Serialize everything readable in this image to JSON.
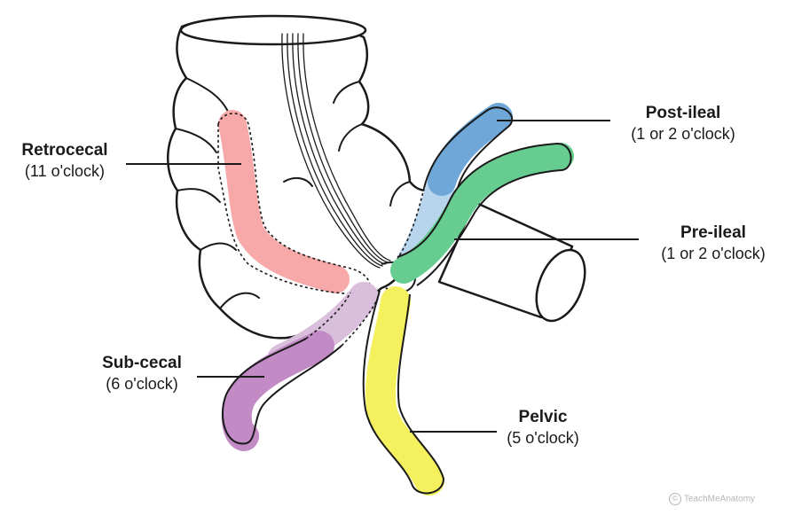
{
  "labels": {
    "retrocecal": {
      "name": "Retrocecal",
      "position": "(11 o'clock)"
    },
    "post_ileal": {
      "name": "Post-ileal",
      "position": "(1 or 2 o'clock)"
    },
    "pre_ileal": {
      "name": "Pre-ileal",
      "position": "(1 or 2 o'clock)"
    },
    "sub_cecal": {
      "name": "Sub-cecal",
      "position": "(6 o'clock)"
    },
    "pelvic": {
      "name": "Pelvic",
      "position": "(5 o'clock)"
    }
  },
  "colors": {
    "retrocecal": "#f7a9a9",
    "post_ileal": "#6fa8d8",
    "pre_ileal": "#66cc8f",
    "sub_cecal": "#c28bc6",
    "pelvic": "#f4f05e",
    "outline": "#1a1a1a"
  },
  "watermark": "TeachMeAnatomy"
}
